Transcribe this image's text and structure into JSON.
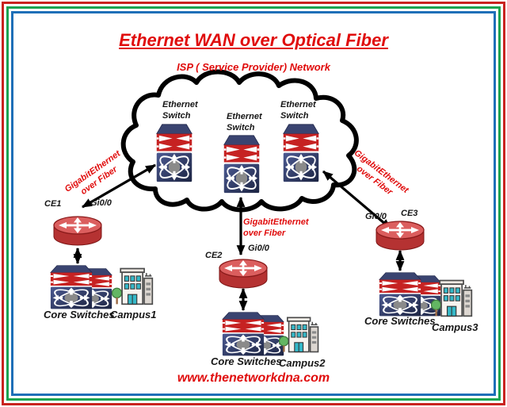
{
  "title": "Ethernet WAN over Optical Fiber",
  "subtitle": "ISP ( Service Provider) Network",
  "footer": "www.thenetworkdna.com",
  "cloud": {
    "switch_labels": [
      {
        "line1": "Ethernet",
        "line2": "Switch"
      },
      {
        "line1": "Ethernet",
        "line2": "Switch"
      },
      {
        "line1": "Ethernet",
        "line2": "Switch"
      }
    ]
  },
  "links": {
    "left": {
      "line1": "GigabitEthernet",
      "line2": "over Fiber"
    },
    "middle": {
      "line1": "GigabitEthernet",
      "line2": "over Fiber"
    },
    "right": {
      "line1": "GigabitEthernet",
      "line2": "over Fiber"
    }
  },
  "sites": [
    {
      "router": "CE1",
      "interface": "Gi0/0",
      "core": "Core Switches",
      "campus": "Campus1"
    },
    {
      "router": "CE2",
      "interface": "Gi0/0",
      "core": "Core Switches",
      "campus": "Campus2"
    },
    {
      "router": "CE3",
      "interface": "Gi0/0",
      "core": "Core Switches",
      "campus": "Campus3"
    }
  ],
  "colors": {
    "accent_red": "#e00c0c",
    "border_red": "#c9231f",
    "border_green": "#1ba351",
    "border_blue": "#1e6fb8",
    "switch_navy": "#2e3a66",
    "switch_band_red": "#c62222",
    "router_red": "#c23535",
    "cloud_stroke": "#000000"
  },
  "icons": {
    "cloud": "network-cloud-icon",
    "switch": "multilayer-switch-icon",
    "router": "router-icon",
    "building": "office-building-icon",
    "arrow": "double-arrow-link"
  }
}
